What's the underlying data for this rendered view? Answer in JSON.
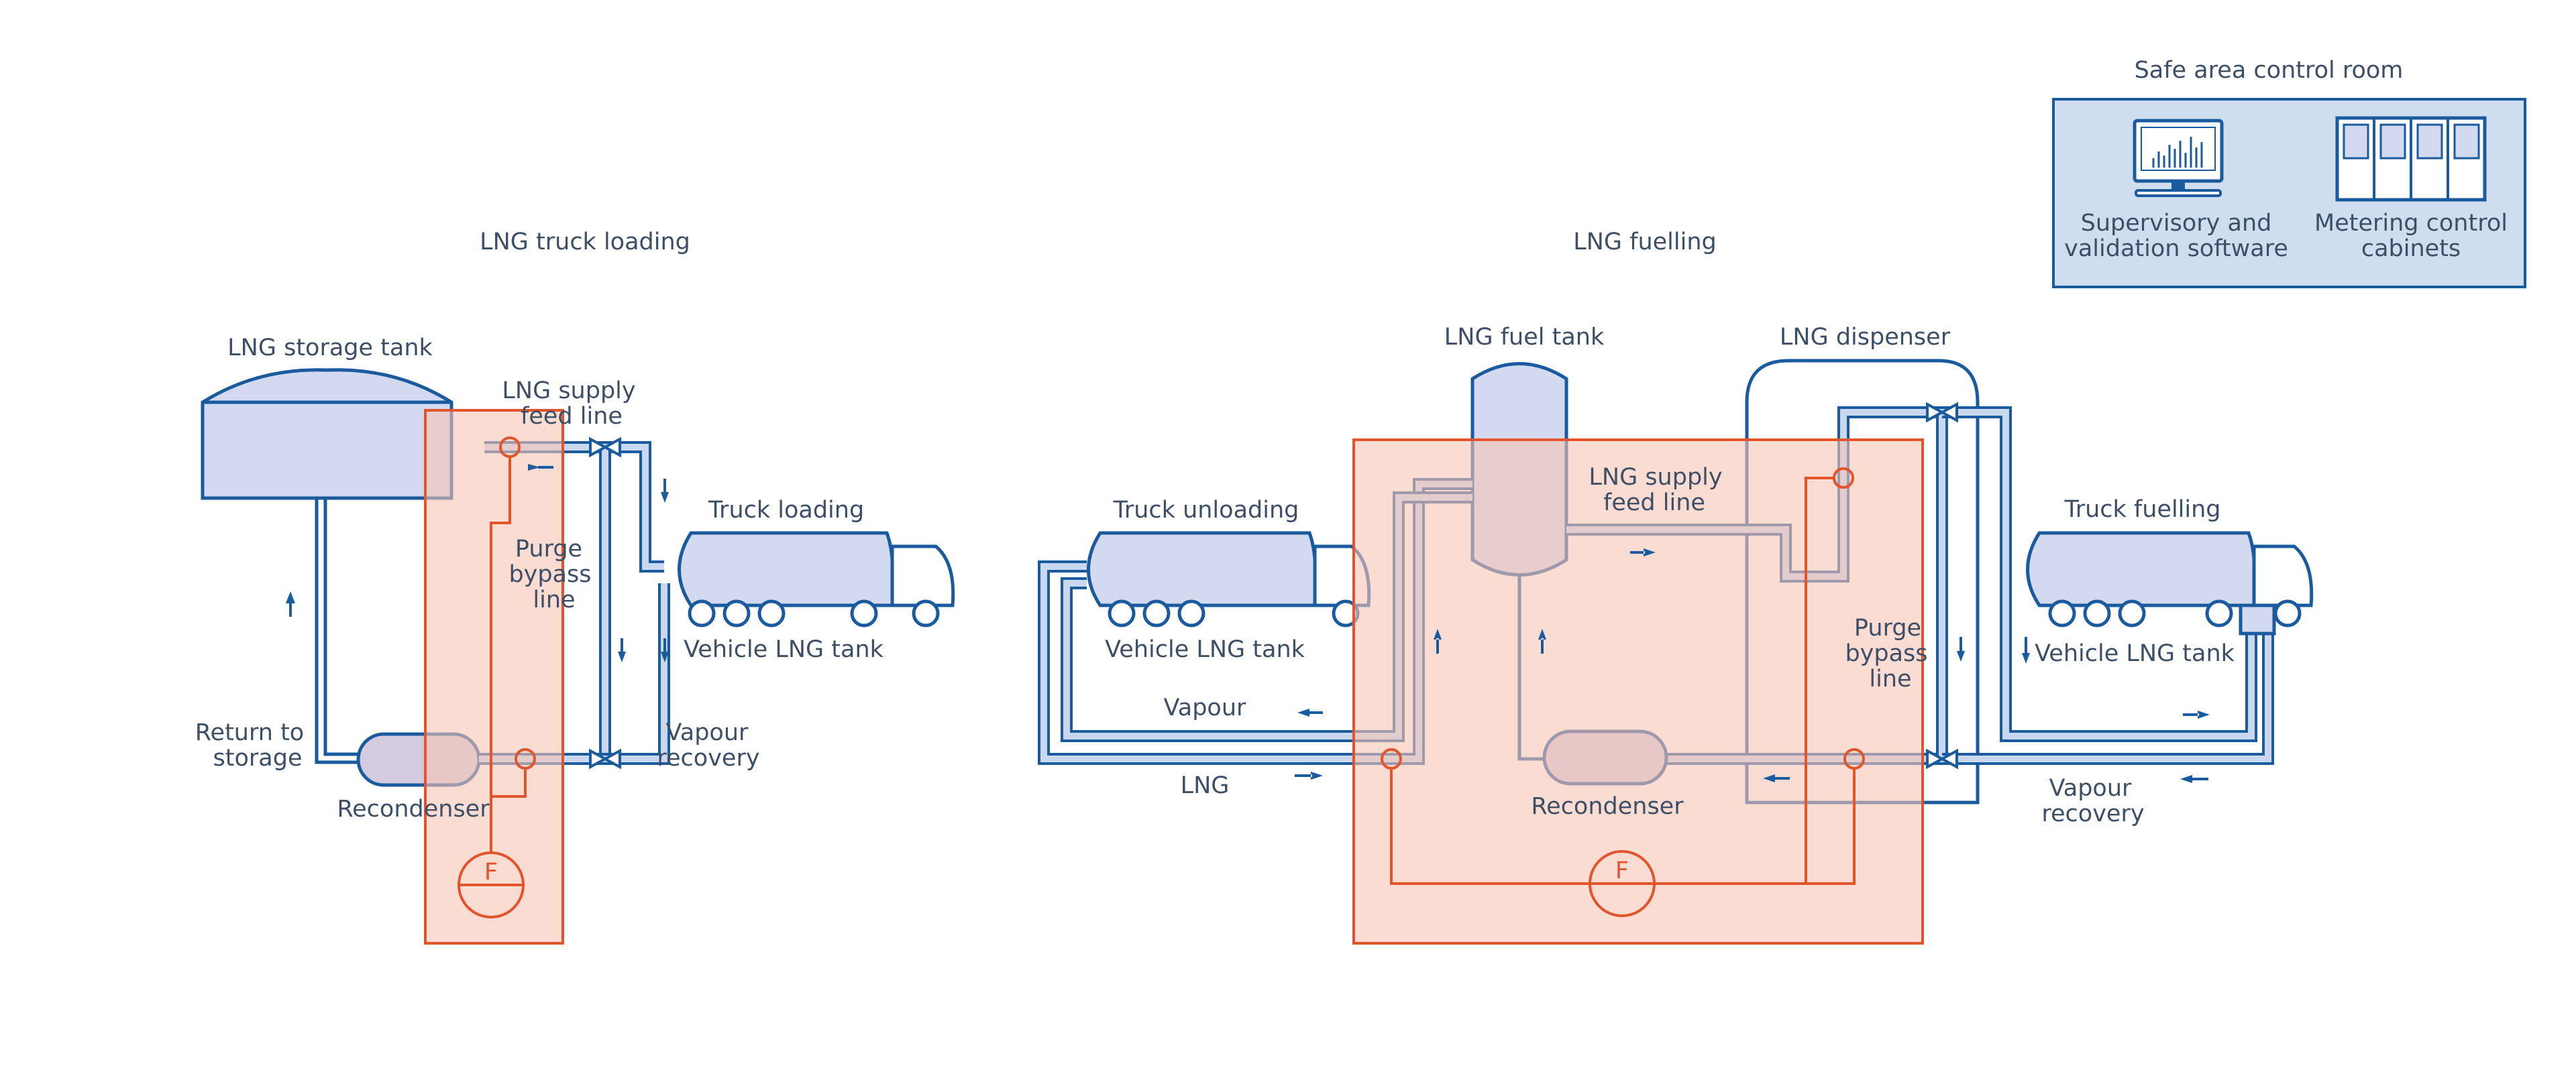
{
  "sections": {
    "truck_loading_title": "LNG truck loading",
    "fuelling_title": "LNG fuelling",
    "control_room_title": "Safe area control room"
  },
  "left": {
    "storage_tank": "LNG storage tank",
    "supply_feed_line": [
      "LNG supply",
      "feed line"
    ],
    "truck_loading": "Truck loading",
    "purge_bypass": [
      "Purge",
      "bypass",
      "line"
    ],
    "vehicle_tank": "Vehicle LNG tank",
    "return_to_storage": [
      "Return to",
      "storage"
    ],
    "vapour_recovery": [
      "Vapour",
      "recovery"
    ],
    "recondenser": "Recondenser",
    "meter_symbol": "F"
  },
  "right": {
    "fuel_tank": "LNG fuel tank",
    "dispenser": "LNG dispenser",
    "truck_unloading": "Truck unloading",
    "supply_feed_line": [
      "LNG supply",
      "feed line"
    ],
    "truck_fuelling": "Truck fuelling",
    "vehicle_tank_unloading": "Vehicle LNG tank",
    "vehicle_tank_fuelling": "Vehicle LNG tank",
    "vapour": "Vapour",
    "lng": "LNG",
    "purge_bypass": [
      "Purge",
      "bypass",
      "line"
    ],
    "recondenser": "Recondenser",
    "vapour_recovery": [
      "Vapour",
      "recovery"
    ],
    "meter_symbol": "F"
  },
  "control_room": {
    "software_label": [
      "Supervisory and",
      "validation software"
    ],
    "cabinets_label": [
      "Metering control",
      "cabinets"
    ]
  },
  "colors": {
    "pipe_blue": "#1a5a9e",
    "pipe_fill": "#c9d8ee",
    "tank_fill": "#d3d9ef",
    "zone_orange": "#e2542b",
    "zone_fill": "#f6c5b5",
    "text": "#3d4f66"
  },
  "icons": [
    "computer-monitor-icon",
    "cabinet-icon",
    "flow-meter-icon",
    "valve-icon",
    "flow-arrow-icon"
  ]
}
